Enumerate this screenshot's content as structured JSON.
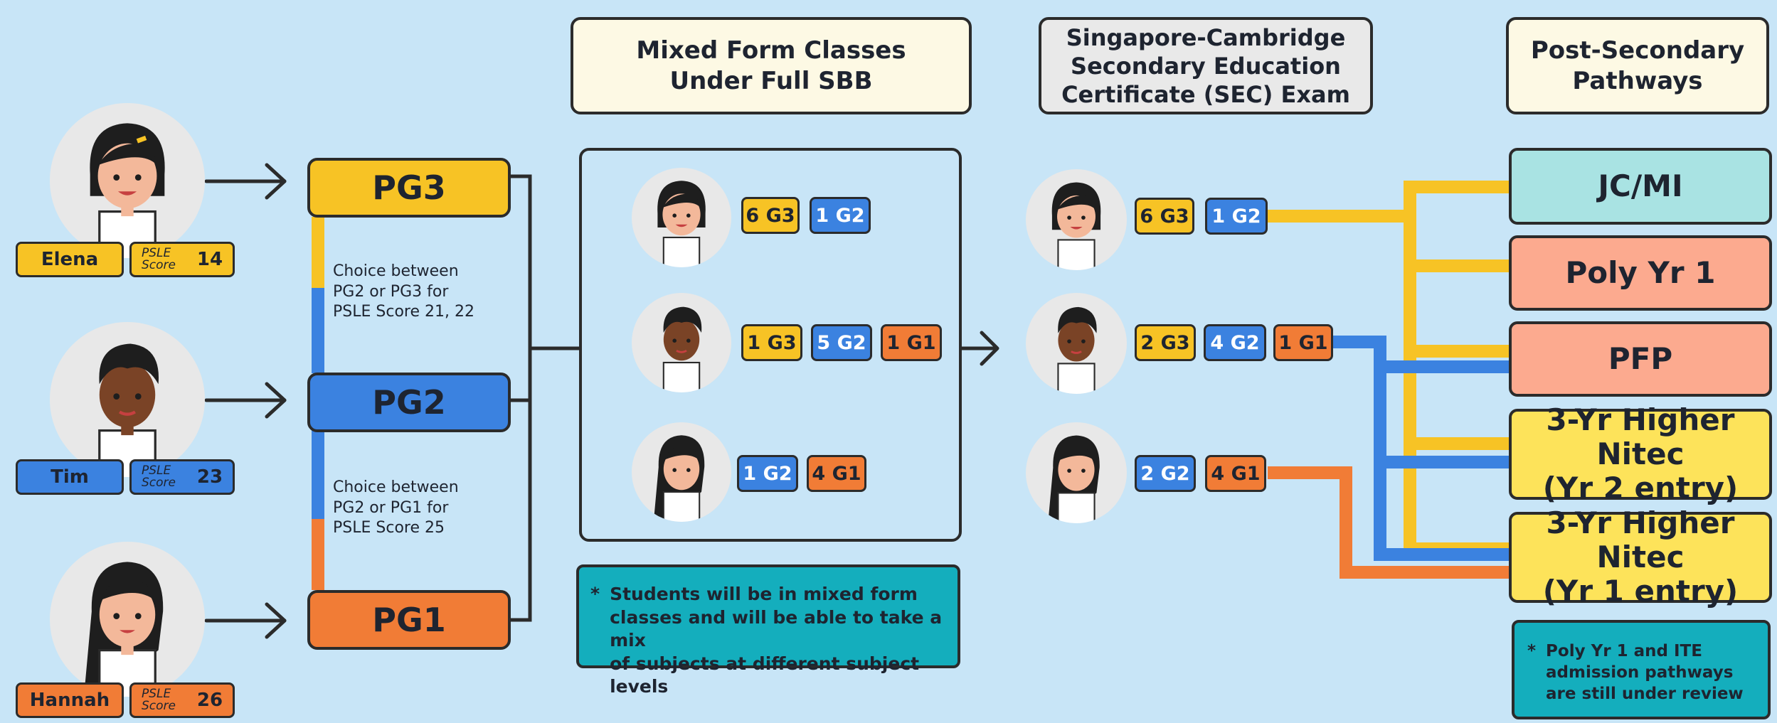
{
  "headers": {
    "mixed": "Mixed Form Classes\nUnder Full SBB",
    "sec": "Singapore-Cambridge\nSecondary Education\nCertificate (SEC) Exam",
    "post": "Post-Secondary\nPathways"
  },
  "students": [
    {
      "name": "Elena",
      "score_label": "PSLE Score",
      "score": "14"
    },
    {
      "name": "Tim",
      "score_label": "PSLE Score",
      "score": "23"
    },
    {
      "name": "Hannah",
      "score_label": "PSLE Score",
      "score": "26"
    }
  ],
  "posting_groups": {
    "pg3": "PG3",
    "pg2": "PG2",
    "pg1": "PG1"
  },
  "choice_notes": [
    "Choice between\nPG2 or PG3 for\nPSLE Score 21, 22",
    "Choice between\nPG2 or PG1 for\nPSLE Score 25"
  ],
  "mixed_classes": {
    "elena": [
      "6 G3",
      "1 G2"
    ],
    "tim": [
      "1 G3",
      "5 G2",
      "1 G1"
    ],
    "hannah": [
      "1 G2",
      "4 G1"
    ]
  },
  "sec_results": {
    "elena": [
      "6 G3",
      "1 G2"
    ],
    "tim": [
      "2 G3",
      "4 G2",
      "1 G1"
    ],
    "hannah": [
      "2 G2",
      "4 G1"
    ]
  },
  "mixed_note": {
    "star": "*",
    "text": "Students will be in mixed form\nclasses and will be able to take a mix\nof subjects at different subject levels"
  },
  "pathways": [
    "JC/MI",
    "Poly Yr 1",
    "PFP",
    "3-Yr Higher Nitec\n(Yr 2 entry)",
    "3-Yr Higher Nitec\n(Yr 1 entry)"
  ],
  "post_note": {
    "star": "*",
    "text": "Poly Yr 1 and ITE\nadmission pathways\nare still under review"
  },
  "colors": {
    "background": "#c8e5f7",
    "g3_yellow": "#f7c325",
    "g2_blue": "#3b82e0",
    "g1_orange": "#f17c36",
    "teal_note": "#14aebd",
    "jc_teal": "#a9e3e3",
    "poly_salmon": "#fcaa8f",
    "ite_yellow": "#fde35a"
  },
  "icons": [
    "student-girl-short-hair-avatar",
    "student-boy-avatar",
    "student-girl-long-hair-avatar",
    "arrow-right-icon"
  ]
}
